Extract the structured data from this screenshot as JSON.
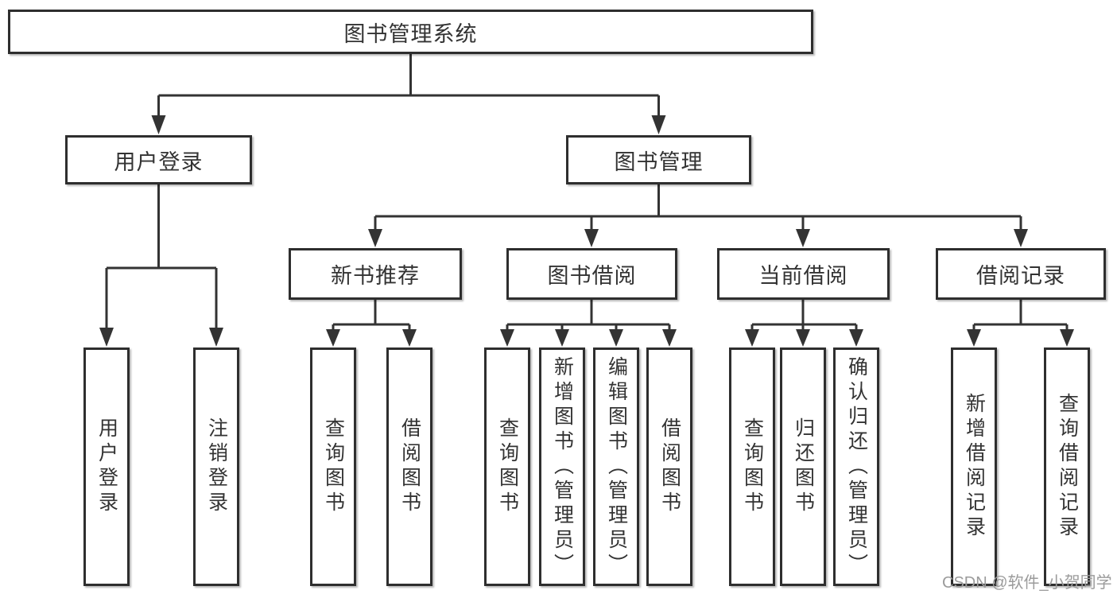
{
  "diagram": {
    "root": {
      "label": "图书管理系统"
    },
    "branches": [
      {
        "label": "用户登录",
        "children": [
          {
            "label": "用户登录"
          },
          {
            "label": "注销登录"
          }
        ]
      },
      {
        "label": "图书管理",
        "children": [
          {
            "label": "新书推荐",
            "children": [
              {
                "label": "查询图书"
              },
              {
                "label": "借阅图书"
              }
            ]
          },
          {
            "label": "图书借阅",
            "children": [
              {
                "label": "查询图书"
              },
              {
                "label": "新增图书（管理员）"
              },
              {
                "label": "编辑图书（管理员）"
              },
              {
                "label": "借阅图书"
              }
            ]
          },
          {
            "label": "当前借阅",
            "children": [
              {
                "label": "查询图书"
              },
              {
                "label": "归还图书"
              },
              {
                "label": "确认归还（管理员）"
              }
            ]
          },
          {
            "label": "借阅记录",
            "children": [
              {
                "label": "新增借阅记录"
              },
              {
                "label": "查询借阅记录"
              }
            ]
          }
        ]
      }
    ]
  },
  "watermark": {
    "text": "CSDN @软件_小贺同学"
  },
  "colors": {
    "line": "#333333",
    "text": "#333333",
    "background": "#ffffff",
    "watermark": "#9b9b9b"
  }
}
